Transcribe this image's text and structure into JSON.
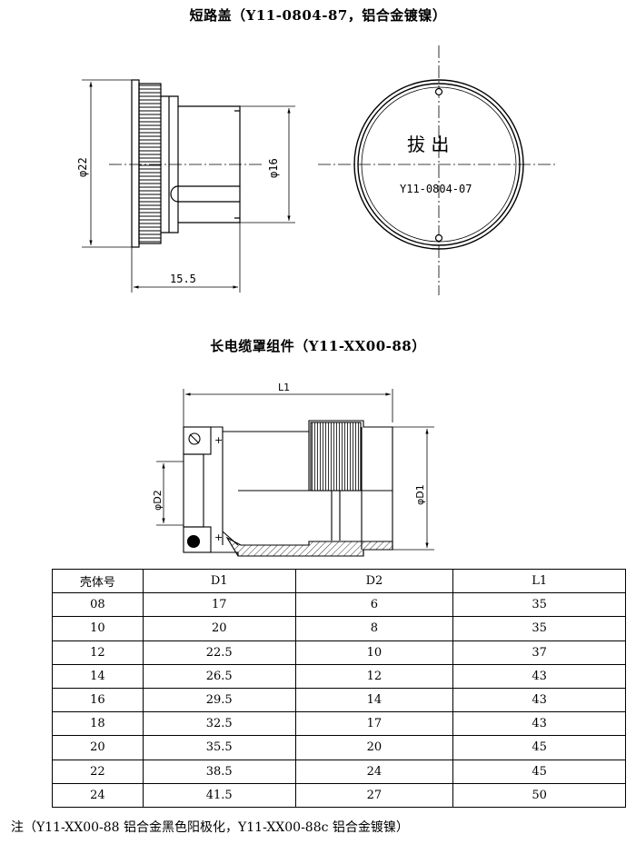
{
  "section1": {
    "title": "短路盖（Y11-0804-87，铝合金镀镍）",
    "dims": {
      "d22": "φ22",
      "d16": "φ16",
      "len": "15.5"
    },
    "cap_text": {
      "line1": "拔 出",
      "line2": "Y11-0804-07"
    }
  },
  "section2": {
    "title": "长电缆罩组件（Y11-XX00-88）",
    "dims": {
      "L1": "L1",
      "D1": "φD1",
      "D2": "φD2"
    }
  },
  "table": {
    "headers": [
      "壳体号",
      "D1",
      "D2",
      "L1"
    ],
    "rows": [
      [
        "08",
        "17",
        "6",
        "35"
      ],
      [
        "10",
        "20",
        "8",
        "35"
      ],
      [
        "12",
        "22.5",
        "10",
        "37"
      ],
      [
        "14",
        "26.5",
        "12",
        "43"
      ],
      [
        "16",
        "29.5",
        "14",
        "43"
      ],
      [
        "18",
        "32.5",
        "17",
        "43"
      ],
      [
        "20",
        "35.5",
        "20",
        "45"
      ],
      [
        "22",
        "38.5",
        "24",
        "45"
      ],
      [
        "24",
        "41.5",
        "27",
        "50"
      ]
    ]
  },
  "note": "注（Y11-XX00-88 铝合金黑色阳极化，Y11-XX00-88c 铝合金镀镍）"
}
